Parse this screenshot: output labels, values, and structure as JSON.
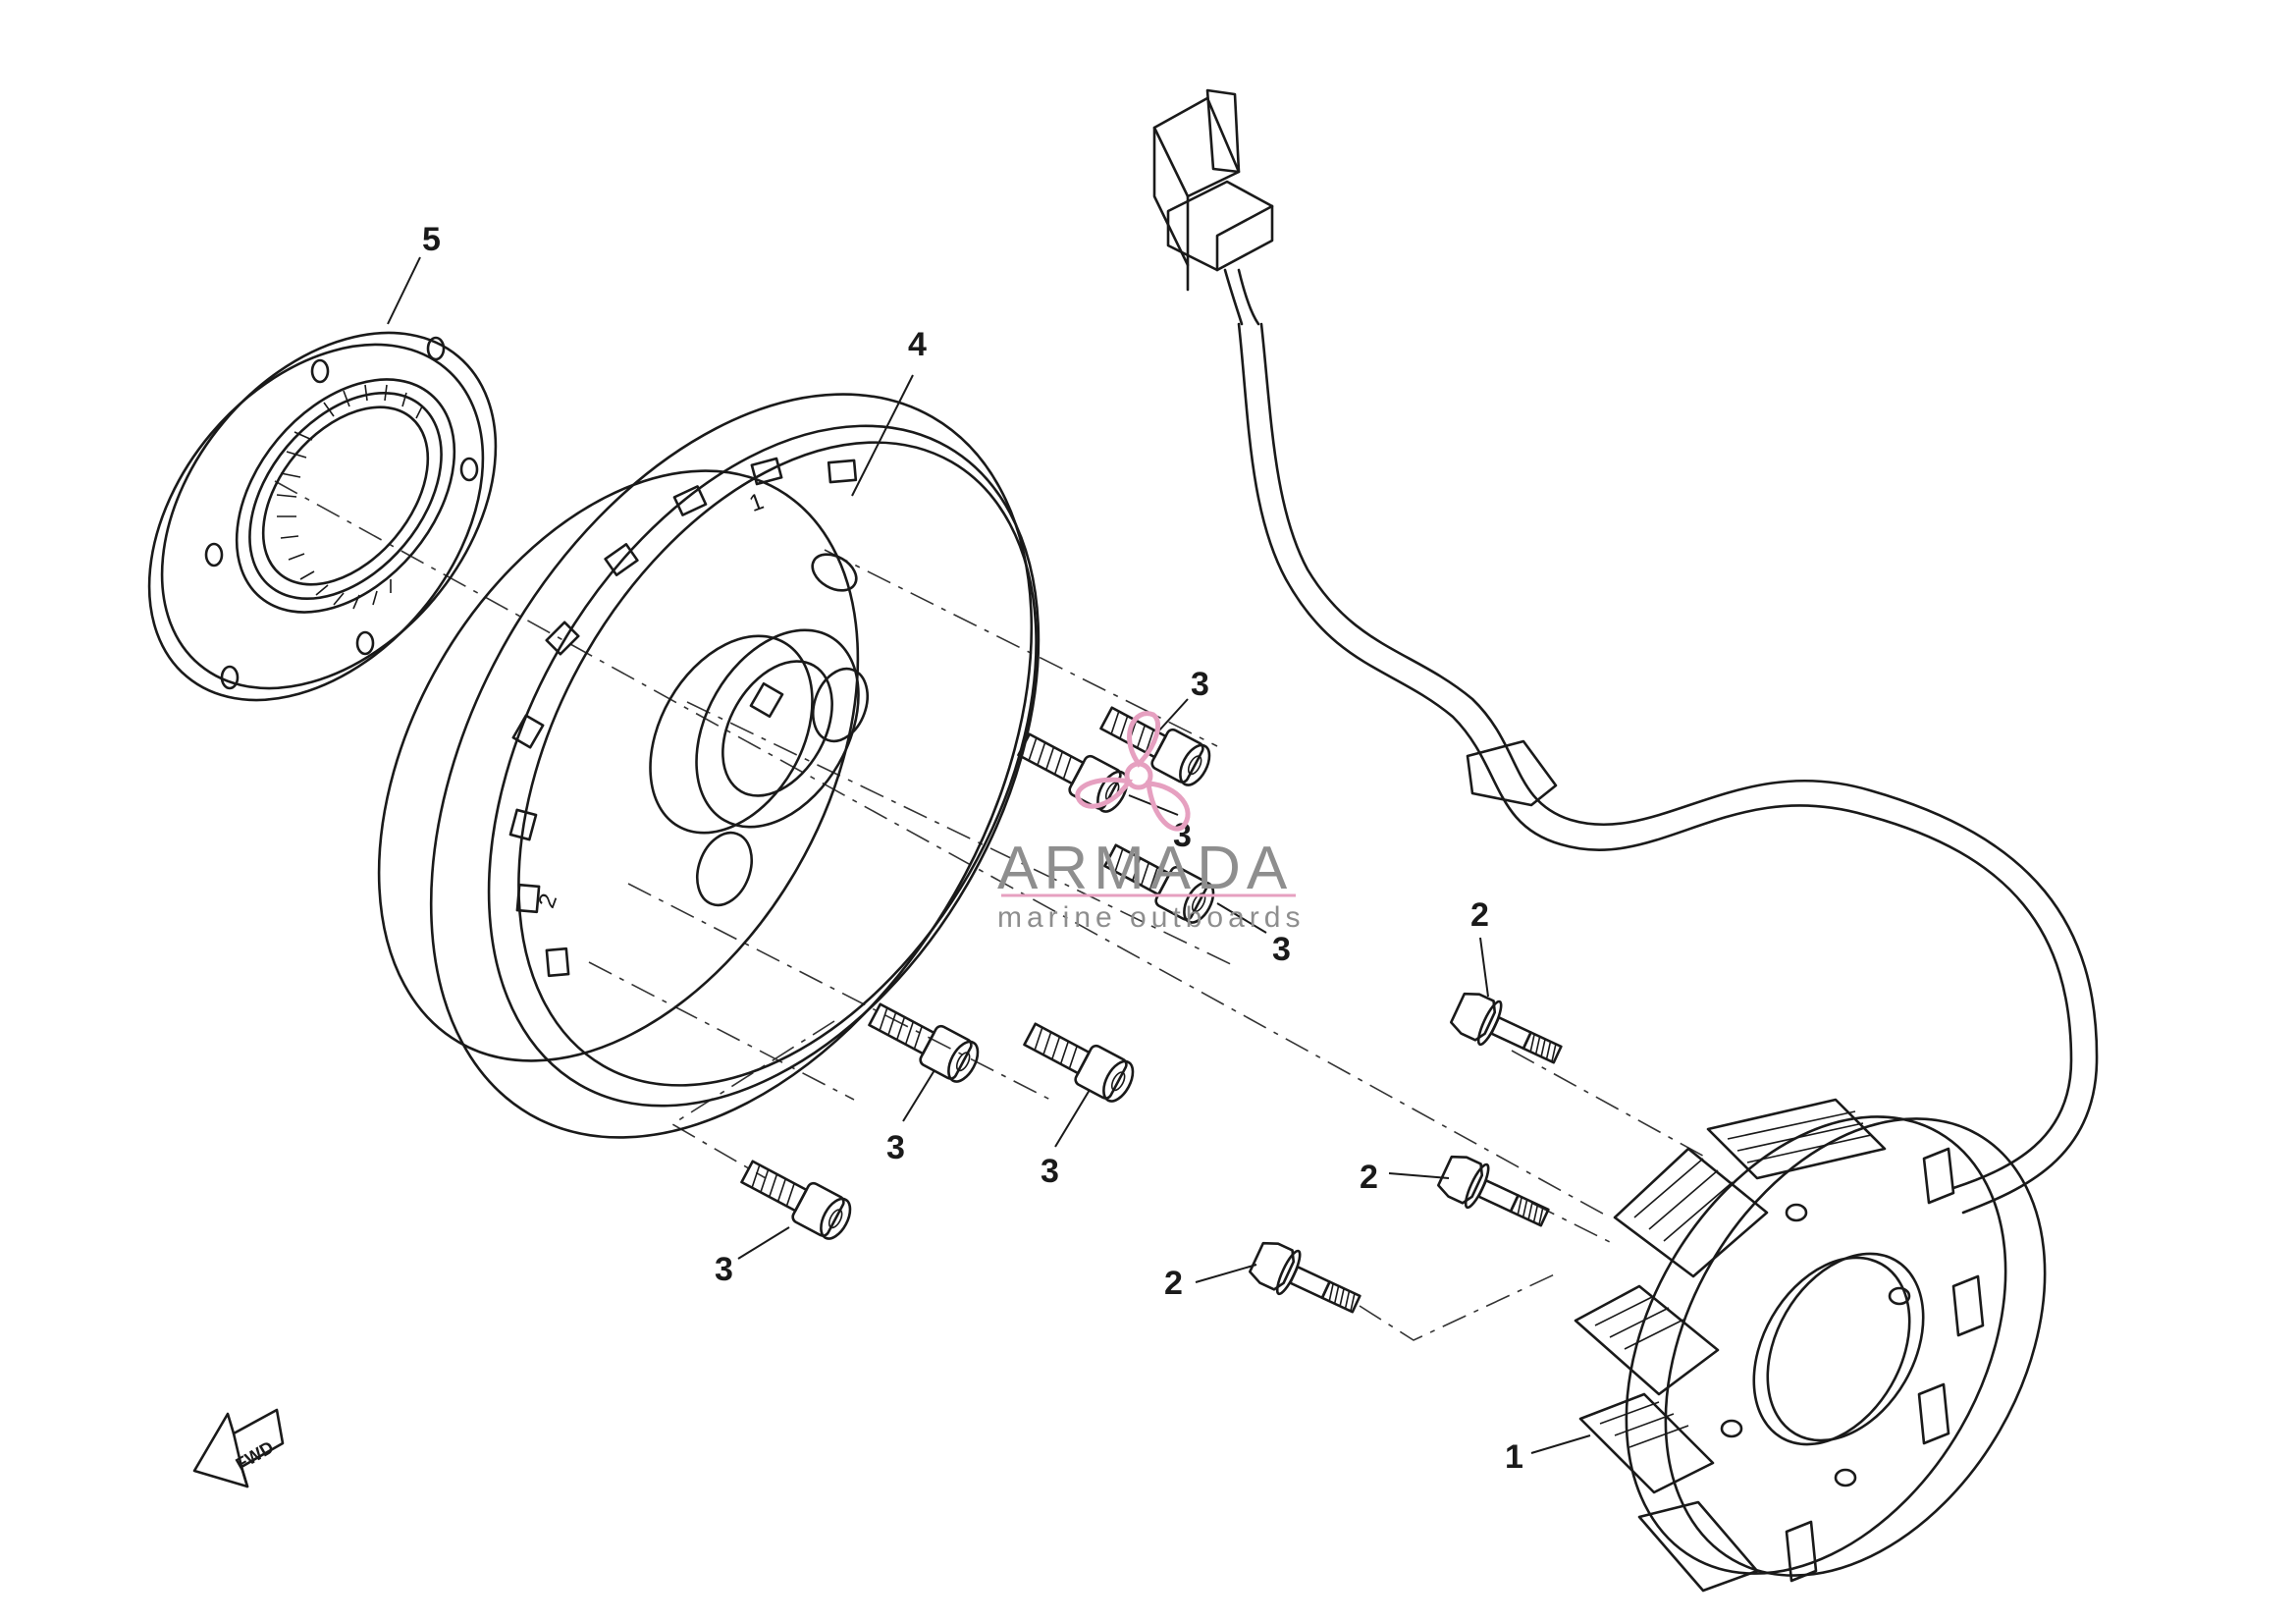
{
  "callouts": {
    "stator": "1",
    "flange_bolt": "2",
    "socket_screw": "3",
    "rotor": "4",
    "one_way_clutch": "5"
  },
  "rotor_marks": {
    "mark_1": "1",
    "mark_2": "2"
  },
  "direction_arrow": {
    "label": "FWD"
  },
  "watermark": {
    "title": "ARMADA",
    "subtitle": "marine outboards",
    "logo_icon": "propeller-logo-icon",
    "logo_color": "#e6a0c0",
    "text_color": "#8e8e8e"
  },
  "line_color": "#1a1a1a"
}
